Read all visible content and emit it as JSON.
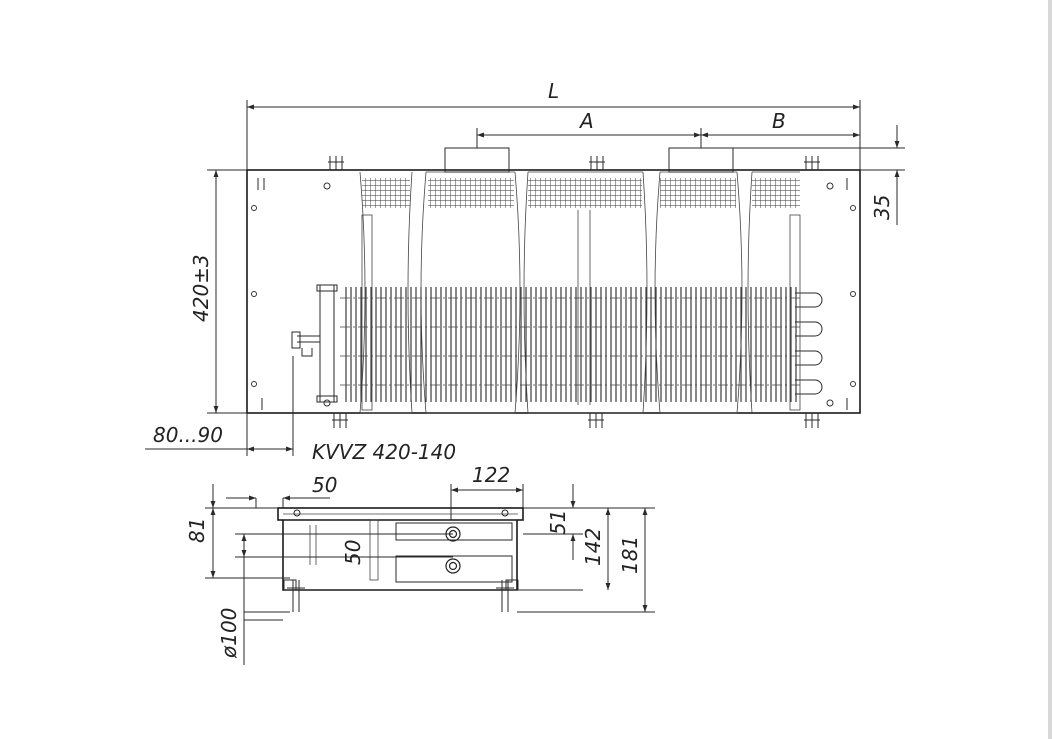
{
  "dimensions": {
    "L": "L",
    "A": "A",
    "B": "B",
    "d35": "35",
    "d420": "420±3",
    "d80_90": "80...90",
    "d50_top": "50",
    "d122": "122",
    "d81": "81",
    "d50_left": "50",
    "d51": "51",
    "d142": "142",
    "d181": "181",
    "d100": "ø100"
  },
  "model_label": "KVVZ 420-140",
  "colors": {
    "line": "#2a2a2a",
    "background": "#ffffff"
  }
}
